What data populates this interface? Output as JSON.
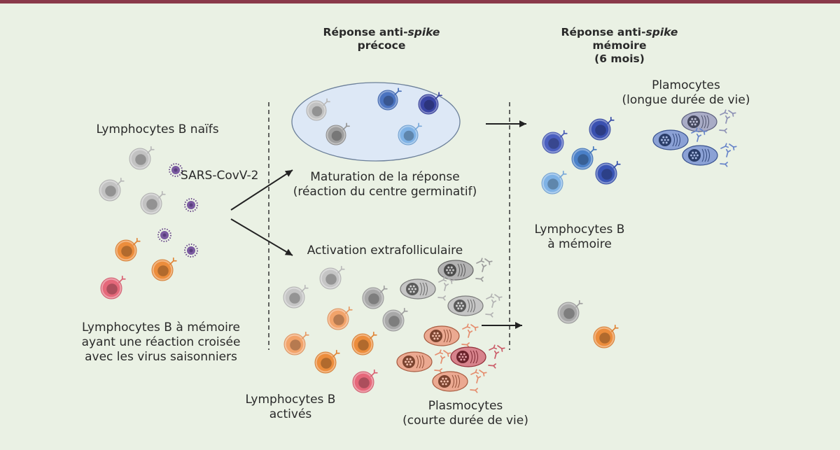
{
  "colors": {
    "background": "#eaf1e4",
    "top_bar": "#8a3a4a",
    "germinal_center_fill": "#dde8f6",
    "naive_b": "#c2c2c2",
    "activated_gray": "#a8a8a8",
    "memory_orange": "#ec8d3c",
    "memory_pink": "#e5687a",
    "memory_blue": "#3f6fbf",
    "plasma_gray": "#8a8a8a",
    "plasma_orange": "#d9613a",
    "plasma_blue": "#4d6fbf"
  },
  "headers": {
    "early": {
      "prefix": "Réponse anti-",
      "italic": "spike",
      "line2": "précoce"
    },
    "memory": {
      "prefix": "Réponse anti-",
      "italic": "spike",
      "line2": "mémoire",
      "line3": "(6 mois)"
    }
  },
  "labels": {
    "naive_b": "Lymphocytes B naïfs",
    "virus": "SARS-CovV-2",
    "cross_memory": [
      "Lymphocytes B à mémoire",
      "ayant une réaction croisée",
      "avec les virus saisonniers"
    ],
    "maturation": [
      "Maturation de la réponse",
      "(réaction du centre germinatif)"
    ],
    "extrafollicular": "Activation extrafolliculaire",
    "activated_b": [
      "Lymphocytes B",
      "activés"
    ],
    "plasmocytes_short": [
      "Plasmocytes",
      "(courte durée de vie)"
    ],
    "memory_b": [
      "Lymphocytes B",
      "à mémoire"
    ],
    "plasmocytes_long": [
      "Plamocytes",
      "(longue durée de vie)"
    ]
  },
  "icons": {
    "cell": "b-cell-icon",
    "plasma": "plasma-cell-icon",
    "virus": "virus-icon",
    "antibody": "antibody-icon",
    "arrow": "arrow-icon"
  }
}
